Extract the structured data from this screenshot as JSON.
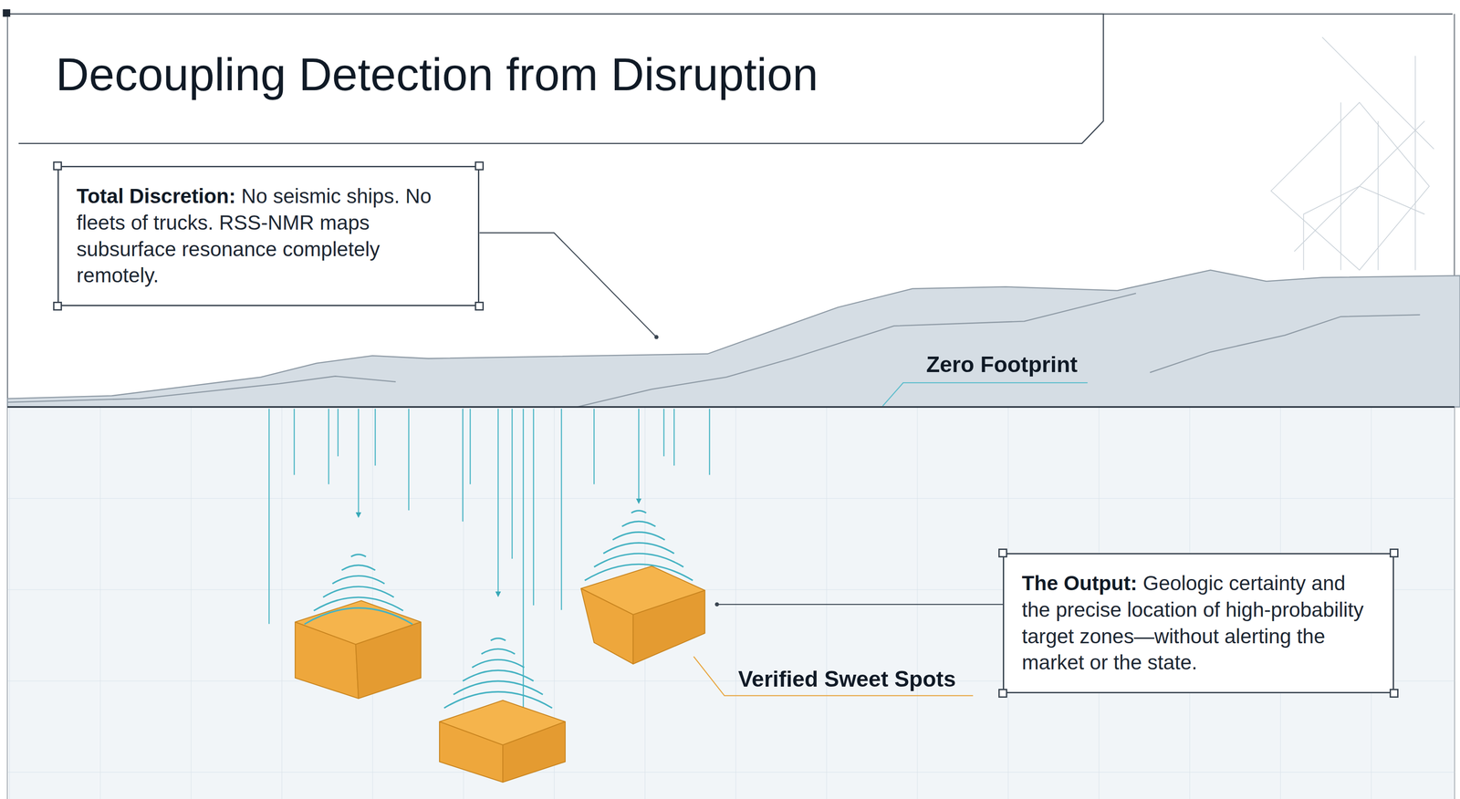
{
  "diagram": {
    "title": "Decoupling Detection from Disruption",
    "nodes": [
      {
        "text": [
          "Total Discretion:",
          "No seismic ships. No fleets of trucks. RSS-NMR maps subsurface resonance completely remotely."
        ]
      },
      {
        "text": [
          "The Output:",
          "Geologic certainty and the precise location of high-probability target zones—without alerting the market or the state."
        ]
      }
    ],
    "labels": [
      "Zero Footprint",
      "Verified Sweet Spots"
    ]
  }
}
